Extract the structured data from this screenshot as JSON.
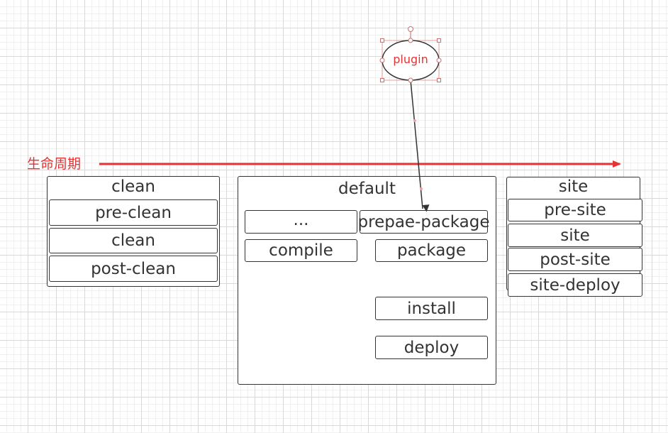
{
  "lifecycle_label": "生命周期",
  "plugin_label": "plugin",
  "colors": {
    "accent_red": "#e53333",
    "stroke": "#333333"
  },
  "lifecycles": [
    {
      "title": "clean",
      "phases": [
        "pre-clean",
        "clean",
        "post-clean"
      ]
    },
    {
      "title": "default",
      "phases": [
        "...",
        "prepae-package",
        "compile",
        "package",
        "install",
        "deploy"
      ]
    },
    {
      "title": "site",
      "phases": [
        "pre-site",
        "site",
        "post-site",
        "site-deploy"
      ]
    }
  ]
}
